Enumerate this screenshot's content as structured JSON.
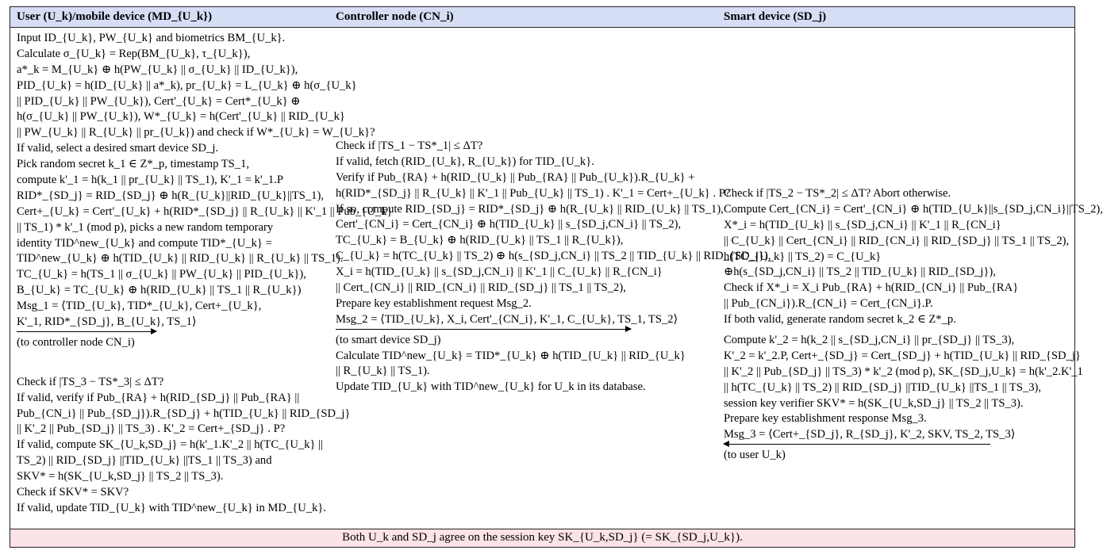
{
  "headers": {
    "user": "User (U_k)/mobile device (MD_{U_k})",
    "controller": "Controller node (CN_i)",
    "smart": "Smart device (SD_j)"
  },
  "user_block1": [
    "Input ID_{U_k}, PW_{U_k} and biometrics BM_{U_k}.",
    "Calculate σ_{U_k} = Rep(BM_{U_k}, τ_{U_k}),",
    "a*_k = M_{U_k} ⊕ h(PW_{U_k} || σ_{U_k} || ID_{U_k}),",
    "PID_{U_k} = h(ID_{U_k} || a*_k), pr_{U_k} = L_{U_k} ⊕ h(σ_{U_k}",
    "|| PID_{U_k} || PW_{U_k}), Cert'_{U_k} = Cert*_{U_k} ⊕",
    "h(σ_{U_k} || PW_{U_k}), W*_{U_k} = h(Cert'_{U_k} || RID_{U_k}",
    "|| PW_{U_k} || R_{U_k} || pr_{U_k}) and check if W*_{U_k} = W_{U_k}?",
    "If valid, select a desired smart device SD_j.",
    "Pick random secret k_1 ∈ Z*_p, timestamp TS_1,",
    "compute k'_1 = h(k_1 || pr_{U_k} || TS_1), K'_1 = k'_1.P",
    "RID*_{SD_j} = RID_{SD_j} ⊕ h(R_{U_k}||RID_{U_k}||TS_1),",
    "Cert+_{U_k} = Cert'_{U_k} + h(RID*_{SD_j} || R_{U_k} || K'_1 || Pub_{U_k}",
    "|| TS_1) * k'_1  (mod p), picks a new random temporary",
    "identity TID^new_{U_k} and compute TID*_{U_k} =",
    "TID^new_{U_k} ⊕ h(TID_{U_k} || RID_{U_k} || R_{U_k} || TS_1).",
    "TC_{U_k} = h(TS_1 || σ_{U_k} || PW_{U_k} || PID_{U_k}),",
    "B_{U_k} = TC_{U_k} ⊕ h(RID_{U_k} || TS_1 || R_{U_k})",
    "Msg_1 = ⟨TID_{U_k}, TID*_{U_k}, Cert+_{U_k},",
    "K'_1, RID*_{SD_j}, B_{U_k}, TS_1⟩"
  ],
  "user_to_cn": "(to controller node CN_i)",
  "user_block2": [
    "Check if |TS_3 − TS*_3| ≤ ΔT?",
    "If valid, verify if Pub_{RA} + h(RID_{SD_j} || Pub_{RA} ||",
    "Pub_{CN_i} || Pub_{SD_j}).R_{SD_j} + h(TID_{U_k} || RID_{SD_j}",
    "|| K'_2 || Pub_{SD_j} || TS_3) . K'_2 = Cert+_{SD_j} . P?",
    "If valid, compute SK_{U_k,SD_j} = h(k'_1.K'_2 || h(TC_{U_k} ||",
    "TS_2) || RID_{SD_j} ||TID_{U_k} ||TS_1 || TS_3) and",
    "SKV* = h(SK_{U_k,SD_j} || TS_2 || TS_3).",
    "Check if SKV* = SKV?",
    "If valid, update TID_{U_k} with TID^new_{U_k} in MD_{U_k}."
  ],
  "cn_block": [
    "Check if |TS_1 − TS*_1| ≤ ΔT?",
    "If valid, fetch (RID_{U_k}, R_{U_k}) for TID_{U_k}.",
    "Verify if Pub_{RA} + h(RID_{U_k} || Pub_{RA} || Pub_{U_k}).R_{U_k} +",
    "h(RID*_{SD_j} || R_{U_k} || K'_1 || Pub_{U_k} || TS_1) . K'_1 = Cert+_{U_k} . P?",
    "If so, compute RID_{SD_j} = RID*_{SD_j} ⊕ h(R_{U_k} || RID_{U_k} || TS_1),",
    "Cert'_{CN_i} = Cert_{CN_i} ⊕ h(TID_{U_k} || s_{SD_j,CN_i} || TS_2),",
    "TC_{U_k} = B_{U_k} ⊕ h(RID_{U_k} || TS_1 || R_{U_k}),",
    "C_{U_k} = h(TC_{U_k} || TS_2) ⊕ h(s_{SD_j,CN_i} || TS_2 || TID_{U_k} || RID_{SD_j}),",
    "X_i = h(TID_{U_k} || s_{SD_j,CN_i} || K'_1 || C_{U_k} || R_{CN_i}",
    "|| Cert_{CN_i} || RID_{CN_i} || RID_{SD_j} || TS_1 || TS_2),",
    "Prepare key establishment request Msg_2.",
    "Msg_2 = ⟨TID_{U_k}, X_i, Cert'_{CN_i}, K'_1, C_{U_k}, TS_1, TS_2⟩"
  ],
  "cn_to_sd": "(to smart device SD_j)",
  "cn_block2": [
    "Calculate TID^new_{U_k} = TID*_{U_k} ⊕ h(TID_{U_k} || RID_{U_k}",
    "|| R_{U_k} || TS_1).",
    "Update TID_{U_k} with TID^new_{U_k} for U_k in its database."
  ],
  "sd_block1": [
    "Check if |TS_2 − TS*_2| ≤ ΔT? Abort otherwise.",
    "Compute Cert_{CN_i} = Cert'_{CN_i} ⊕ h(TID_{U_k}||s_{SD_j,CN_i}||TS_2),",
    "X*_i = h(TID_{U_k} || s_{SD_j,CN_i} || K'_1 || R_{CN_i}",
    "|| C_{U_k} || Cert_{CN_i} || RID_{CN_i} || RID_{SD_j} || TS_1 || TS_2),",
    "h(TC_{U_k} || TS_2) = C_{U_k}",
    "⊕h(s_{SD_j,CN_i} || TS_2 || TID_{U_k} || RID_{SD_j}),",
    "Check if X*_i = X_i Pub_{RA} + h(RID_{CN_i} || Pub_{RA}",
    "|| Pub_{CN_i}).R_{CN_i} = Cert_{CN_i}.P.",
    "If both valid, generate random secret k_2 ∈ Z*_p."
  ],
  "sd_block2": [
    "Compute k'_2 = h(k_2 || s_{SD_j,CN_i} || pr_{SD_j} || TS_3),",
    "K'_2 = k'_2.P, Cert+_{SD_j} = Cert_{SD_j} + h(TID_{U_k} || RID_{SD_j}",
    "|| K'_2 || Pub_{SD_j} || TS_3) * k'_2  (mod p), SK_{SD_j,U_k} = h(k'_2.K'_1",
    "|| h(TC_{U_k} || TS_2) || RID_{SD_j} ||TID_{U_k} ||TS_1 || TS_3),",
    "session key verifier SKV* = h(SK_{U_k,SD_j} || TS_2 || TS_3).",
    "Prepare key establishment response Msg_3.",
    "Msg_3 = ⟨Cert+_{SD_j}, R_{SD_j}, K'_2, SKV, TS_2, TS_3⟩"
  ],
  "sd_to_user": "(to user U_k)",
  "footer": "Both U_k and SD_j agree on the session key SK_{U_k,SD_j} (= SK_{SD_j,U_k})."
}
